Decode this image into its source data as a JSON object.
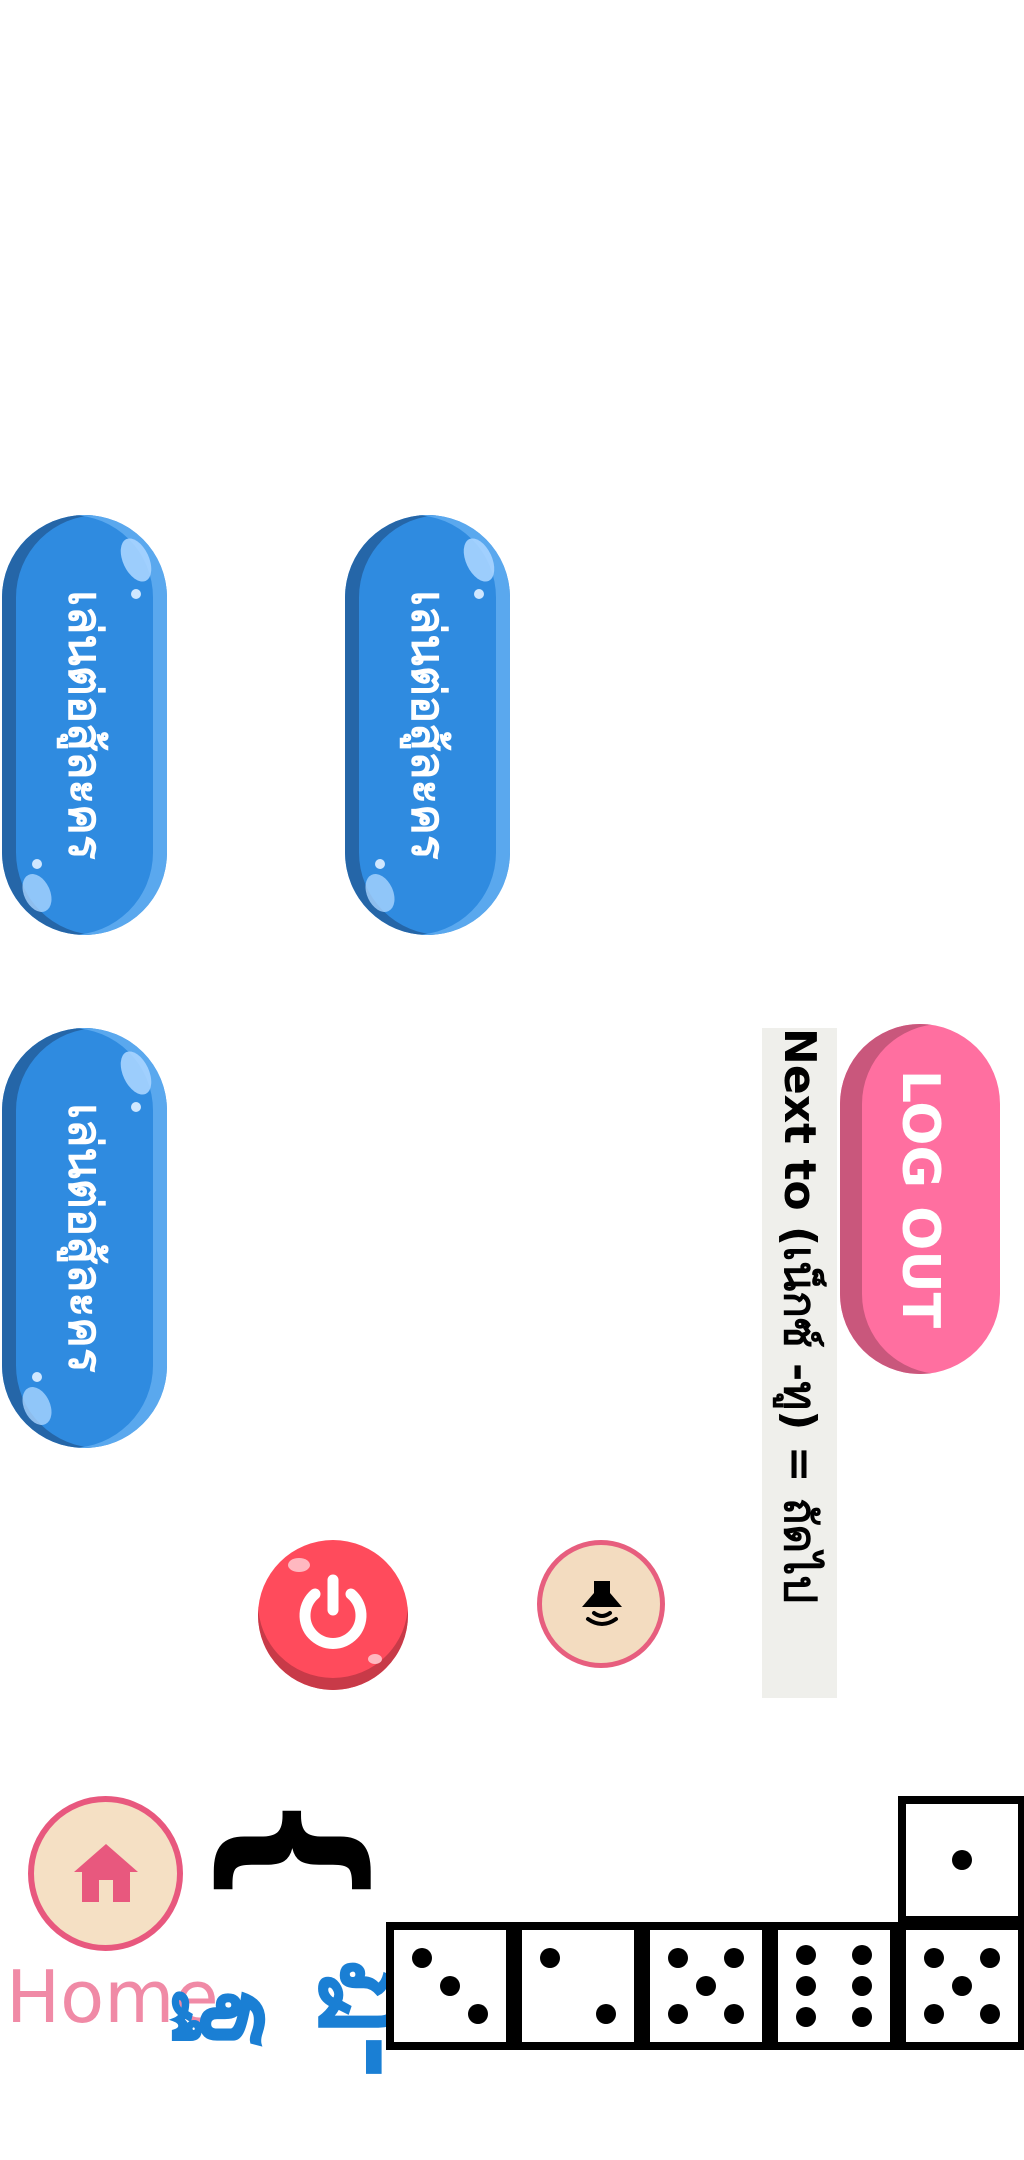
{
  "menu_buttons": [
    {
      "label": "เล่นต่อสู้ละคร"
    },
    {
      "label": "เล่นต่อสู้ละคร"
    },
    {
      "label": "เล่นต่อสู้ละคร"
    }
  ],
  "logout": {
    "label": "LOG OUT"
  },
  "instruction": {
    "text": "Next to (เน็กซ์ -ทู) = ถัดไป"
  },
  "controls": {
    "power_icon": "power-icon",
    "sound_icon": "speaker-icon",
    "home_icon": "home-icon",
    "home_label": "Home"
  },
  "puzzle": {
    "brace": "{",
    "thai_letters": "ฎ-ฐ"
  },
  "dice": {
    "top_row_values": [
      1
    ],
    "bottom_row_values": [
      3,
      2,
      5,
      6,
      5
    ]
  },
  "colors": {
    "menu_button": "#2f8be0",
    "logout_button": "#ff6fa0",
    "power_button": "#ff4b5c",
    "thai_letters": "#1a7fd4",
    "home_label": "#f08aa6"
  }
}
